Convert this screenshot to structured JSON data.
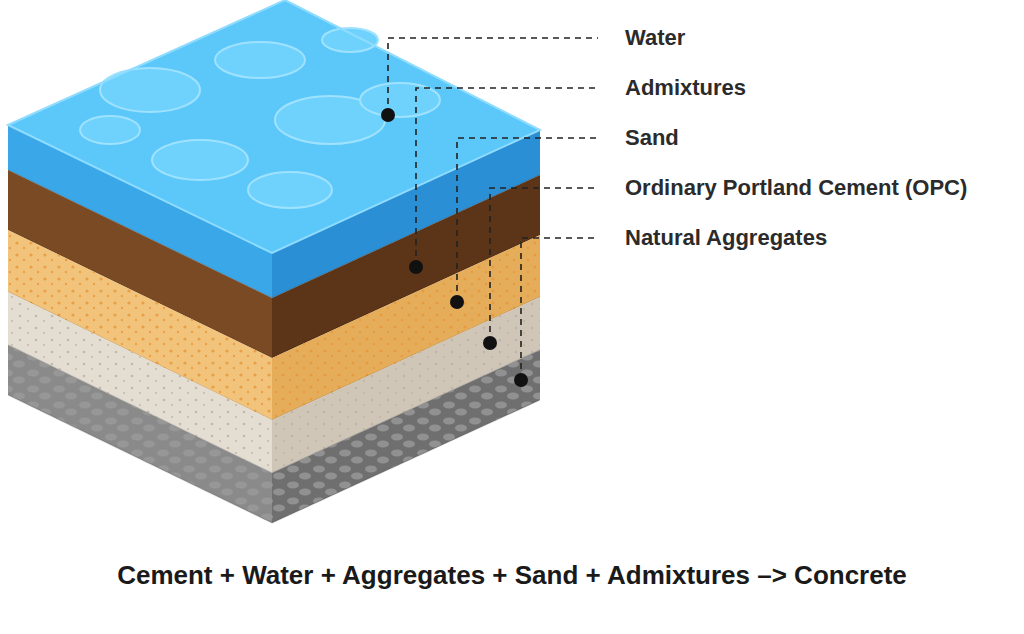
{
  "diagram": {
    "caption": "Cement + Water + Aggregates + Sand + Admixtures –> Concrete",
    "labels": [
      "Water",
      "Admixtures",
      "Sand",
      "Ordinary Portland Cement (OPC)",
      "Natural Aggregates"
    ]
  }
}
